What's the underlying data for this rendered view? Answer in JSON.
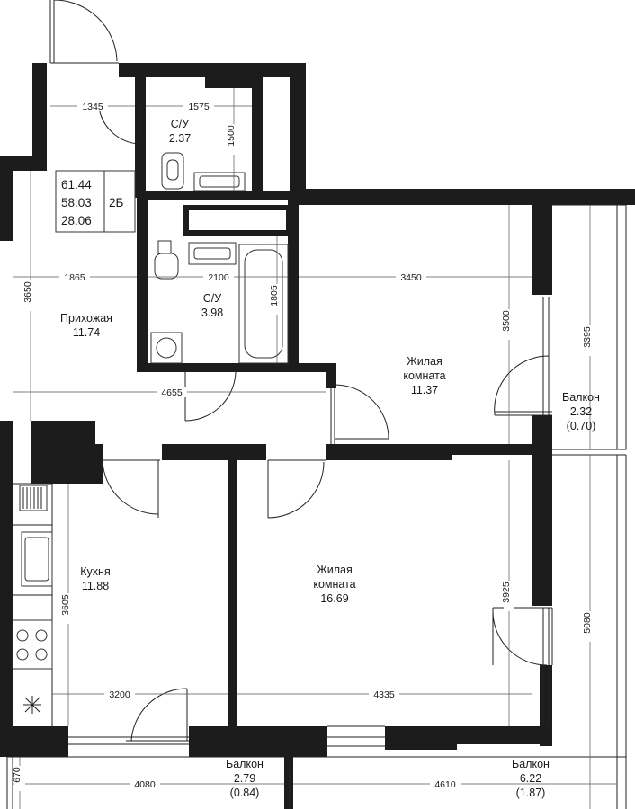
{
  "summary": {
    "total_area": "61.44",
    "area_2": "58.03",
    "living_area": "28.06",
    "type": "2Б"
  },
  "rooms": {
    "wc_small": {
      "name": "С/У",
      "area": "2.37"
    },
    "bathroom": {
      "name": "С/У",
      "area": "3.98"
    },
    "hallway": {
      "name": "Прихожая",
      "area": "11.74"
    },
    "living_1": {
      "name_line1": "Жилая",
      "name_line2": "комната",
      "area": "11.37"
    },
    "living_2": {
      "name_line1": "Жилая",
      "name_line2": "комната",
      "area": "16.69"
    },
    "kitchen": {
      "name": "Кухня",
      "area": "11.88"
    },
    "balcony_right": {
      "name": "Балкон",
      "area": "2.32",
      "area_reduced": "(0.70)"
    },
    "balcony_bottom_left": {
      "name": "Балкон",
      "area": "2.79",
      "area_reduced": "(0.84)"
    },
    "balcony_bottom_right": {
      "name": "Балкон",
      "area": "6.22",
      "area_reduced": "(1.87)"
    }
  },
  "dimensions": {
    "d1345": "1345",
    "d1575": "1575",
    "d1500": "1500",
    "d1865": "1865",
    "d2100": "2100",
    "d3450": "3450",
    "d3650": "3650",
    "d1805": "1805",
    "d3500": "3500",
    "d3395": "3395",
    "d4655": "4655",
    "d3605": "3605",
    "d3925": "3925",
    "d5080": "5080",
    "d3200": "3200",
    "d4335": "4335",
    "d670": "670",
    "d4080": "4080",
    "d4610": "4610"
  },
  "icons": [
    "toilet-icon",
    "sink-icon",
    "bathtub-icon",
    "washing-machine-icon",
    "stove-icon",
    "ventilation-icon"
  ],
  "colors": {
    "wall": "#1c1c1c",
    "background": "#ffffff"
  }
}
